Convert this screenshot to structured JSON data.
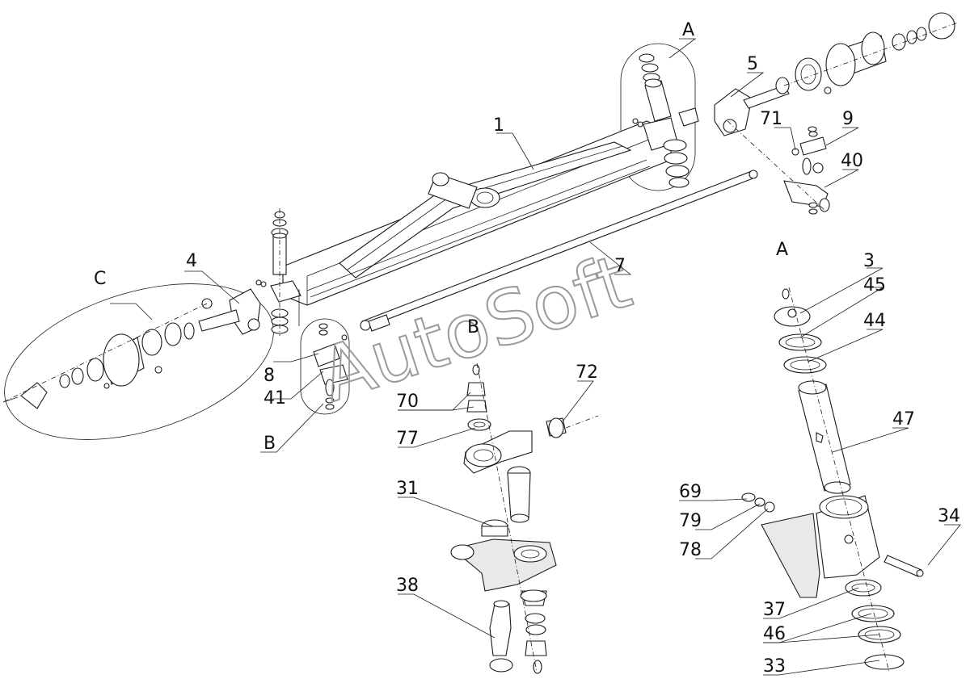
{
  "watermark": "AutoSoft",
  "callouts": [
    {
      "id": "c1",
      "text": "1"
    },
    {
      "id": "c3",
      "text": "3"
    },
    {
      "id": "c4",
      "text": "4"
    },
    {
      "id": "c5",
      "text": "5"
    },
    {
      "id": "c7",
      "text": "7"
    },
    {
      "id": "c8",
      "text": "8"
    },
    {
      "id": "c9",
      "text": "9"
    },
    {
      "id": "c31",
      "text": "31"
    },
    {
      "id": "c33",
      "text": "33"
    },
    {
      "id": "c34",
      "text": "34"
    },
    {
      "id": "c37",
      "text": "37"
    },
    {
      "id": "c38",
      "text": "38"
    },
    {
      "id": "c40",
      "text": "40"
    },
    {
      "id": "c41",
      "text": "41"
    },
    {
      "id": "c44",
      "text": "44"
    },
    {
      "id": "c45",
      "text": "45"
    },
    {
      "id": "c46",
      "text": "46"
    },
    {
      "id": "c47",
      "text": "47"
    },
    {
      "id": "c69",
      "text": "69"
    },
    {
      "id": "c70",
      "text": "70"
    },
    {
      "id": "c71",
      "text": "71"
    },
    {
      "id": "c72",
      "text": "72"
    },
    {
      "id": "c77",
      "text": "77"
    },
    {
      "id": "c78",
      "text": "78"
    },
    {
      "id": "c79",
      "text": "79"
    }
  ],
  "views": {
    "a_top": "A",
    "a_detail": "A",
    "b_detail": "B",
    "b_bottom": "B",
    "c_left": "C"
  }
}
